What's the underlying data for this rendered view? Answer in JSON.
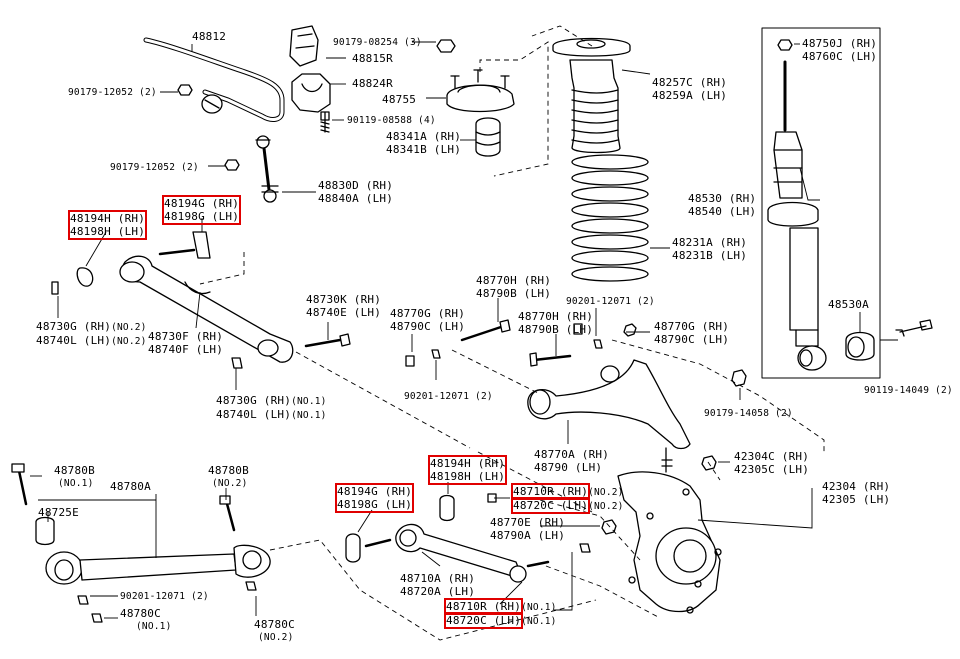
{
  "highlight_color": "#e00000",
  "line_color": "#000000",
  "labels": {
    "p48812": "48812",
    "p90179_12052_a": "90179-12052",
    "q90179_12052_a": "(2)",
    "p90179_08254": "90179-08254",
    "q90179_08254": "(3)",
    "p48815R": "48815R",
    "p48824R": "48824R",
    "p48755": "48755",
    "p90119_08588": "90119-08588",
    "q90119_08588": "(4)",
    "p48341A": "48341A (RH)",
    "p48341B": "48341B (LH)",
    "p90179_12052_b": "90179-12052",
    "q90179_12052_b": "(2)",
    "p48830D": "48830D (RH)",
    "p48840A": "48840A (LH)",
    "p48194G_top": "48194G (RH)",
    "p48198G_top": "48198G (LH)",
    "p48194H_top": "48194H (RH)",
    "p48198H_top": "48198H (LH)",
    "p48257C": "48257C (RH)",
    "p48259A": "48259A (LH)",
    "p48750J": "48750J (RH)",
    "p48760C": "48760C (LH)",
    "p48530": "48530 (RH)",
    "p48540": "48540 (LH)",
    "p48231A": "48231A (RH)",
    "p48231B": "48231B (LH)",
    "p48530A": "48530A",
    "p48730G_no2": "48730G (RH)",
    "n48730G_no2": "(NO.2)",
    "p48740L_no2": "48740L (LH)",
    "n48740L_no2": "(NO.2)",
    "p48730F": "48730F (RH)",
    "p48740F": "48740F (LH)",
    "p48730K": "48730K (RH)",
    "p48740E": "48740E (LH)",
    "p48770H": "48770H (RH)",
    "p48790B_a": "48790B (LH)",
    "p48770G_a": "48770G (RH)",
    "p48790C_a": "48790C (LH)",
    "p48770H_b": "48770H (RH)",
    "p48790B_b": "48790B (LH)",
    "p90201_12071_a": "90201-12071",
    "q90201_12071_a": "(2)",
    "p48770G_b": "48770G (RH)",
    "p48790C_b": "48790C (LH)",
    "p90119_14049": "90119-14049",
    "q90119_14049": "(2)",
    "p48730G_no1": "48730G (RH)",
    "n48730G_no1": "(NO.1)",
    "p48740L_no1": "48740L (LH)",
    "n48740L_no1": "(NO.1)",
    "p90201_12071_b": "90201-12071",
    "q90201_12071_b": "(2)",
    "p90179_14058": "90179-14058",
    "q90179_14058": "(2)",
    "p48770A": "48770A (RH)",
    "p48790": "48790 (LH)",
    "p42304C": "42304C (RH)",
    "p42305C": "42305C (LH)",
    "p48780B_a": "48780B",
    "n48780B_a": "(NO.1)",
    "p48780A": "48780A",
    "p48780B_b": "48780B",
    "n48780B_b": "(NO.2)",
    "p48194H_mid": "48194H (RH)",
    "p48198H_mid": "48198H (LH)",
    "p42304": "42304 (RH)",
    "p42305": "42305 (LH)",
    "p48725E": "48725E",
    "p48194G_mid": "48194G (RH)",
    "p48198G_mid": "48198G (LH)",
    "p48710R_a": "48710R (RH)",
    "n48710R_a": "(NO.2)",
    "p48720C_a": "48720C (LH)",
    "n48720C_a": "(NO.2)",
    "p48770E": "48770E (RH)",
    "p48790A": "48790A (LH)",
    "p90201_12071_c": "90201-12071",
    "q90201_12071_c": "(2)",
    "p48710A": "48710A (RH)",
    "p48720A": "48720A (LH)",
    "p48780C_a": "48780C",
    "n48780C_a": "(NO.1)",
    "p48780C_b": "48780C",
    "n48780C_b": "(NO.2)",
    "p48710R_b": "48710R (RH)",
    "n48710R_b": "(NO.1)",
    "p48720C_b": "48720C (LH)",
    "n48720C_b": "(NO.1)"
  }
}
